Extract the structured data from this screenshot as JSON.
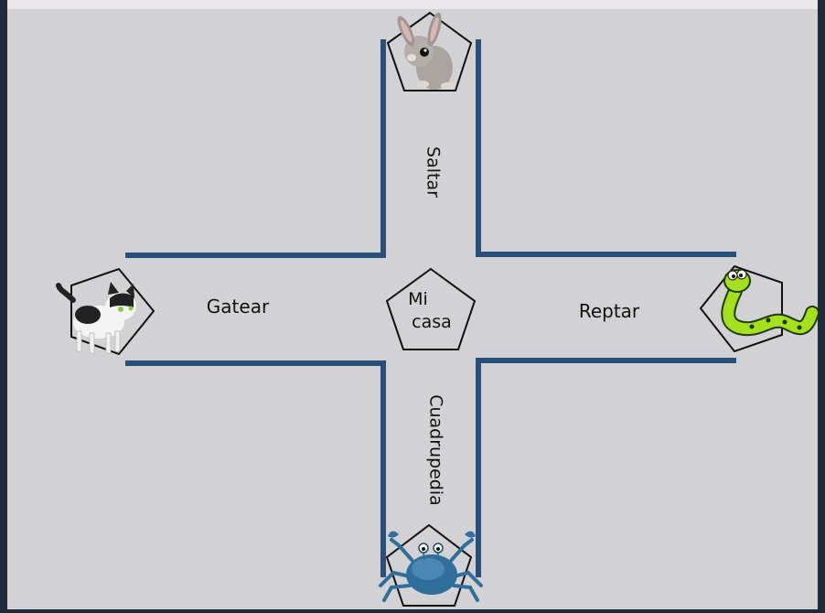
{
  "center": {
    "line1": "Mi",
    "line2": "casa"
  },
  "paths": {
    "top": "Saltar",
    "left": "Gatear",
    "right": "Reptar",
    "bottom": "Cuadrupedia"
  },
  "animals": {
    "top": "rabbit",
    "left": "cat",
    "right": "snake",
    "bottom": "crab"
  },
  "colors": {
    "slide": "#d2d1d3",
    "road": "#28507a",
    "pentagon": "#111111",
    "snake": "#a4e01c",
    "crab": "#2f6f9a"
  }
}
